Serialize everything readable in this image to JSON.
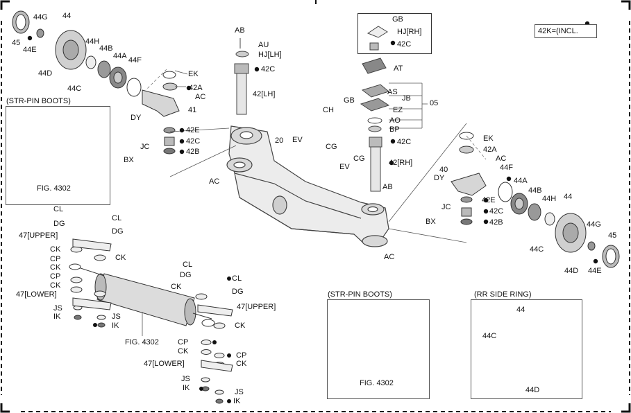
{
  "note": {
    "text": "42K=(INCL."
  },
  "boxes": {
    "left_boot": {
      "title": "(STR-PIN BOOTS)",
      "fig": "FIG. 4302"
    },
    "right_boot": {
      "title": "(STR-PIN BOOTS)",
      "fig": "FIG. 4302"
    },
    "ring": {
      "title": "(RR SIDE RING)",
      "p44": "44",
      "p44c": "44C",
      "p44d": "44D"
    }
  },
  "parts": {
    "45L": "45",
    "44GL": "44G",
    "44L": "44",
    "44EL": "44E",
    "44HL": "44H",
    "44BL": "44B",
    "44AL": "44A",
    "44FL": "44F",
    "44DL": "44D",
    "44CL": "44C",
    "EKL": "EK",
    "42AL": "42A",
    "ACL1": "AC",
    "41": "41",
    "DYL": "DY",
    "JCL": "JC",
    "BXL": "BX",
    "42EL": "42E",
    "42CL": "42C",
    "42BL": "42B",
    "ACL2": "AC",
    "AB1": "AB",
    "AU": "AU",
    "HJLH": "HJ[LH]",
    "42C_lh": "42C",
    "42LH": "42[LH]",
    "20": "20",
    "EV1": "EV",
    "CG1": "CG",
    "EV2": "EV",
    "CG2": "CG",
    "GB_top": "GB",
    "HJRH": "HJ[RH]",
    "42C_top": "42C",
    "AT": "AT",
    "AS": "AS",
    "JB": "JB",
    "GB2": "GB",
    "CH": "CH",
    "EZ": "EZ",
    "05": "05",
    "AO": "AO",
    "BP": "BP",
    "42C_rh": "42C",
    "42RH": "42[RH]",
    "AB2": "AB",
    "EKR": "EK",
    "42AR": "42A",
    "ACR1": "AC",
    "40": "40",
    "44FR": "44F",
    "DYR": "DY",
    "44AR": "44A",
    "42ER": "42E",
    "JCR": "JC",
    "44BR": "44B",
    "44HR": "44H",
    "44R": "44",
    "BXR": "BX",
    "42CR": "42C",
    "42BR": "42B",
    "44GR": "44G",
    "45R": "45",
    "44CR": "44C",
    "44DR": "44D",
    "44ER": "44E",
    "ACR2": "AC",
    "CL1": "CL",
    "CL2": "CL",
    "DG1": "DG",
    "DG2": "DG",
    "47U1": "47[UPPER]",
    "CK1": "CK",
    "CK2": "CK",
    "CP1": "CP",
    "CK3": "CK",
    "CP2": "CP",
    "CK4": "CK",
    "47L1": "47[LOWER]",
    "JS1": "JS",
    "IK1": "IK",
    "JS2": "JS",
    "IK2": "IK",
    "FIG_mid": "FIG. 4302",
    "CL3": "CL",
    "DG3": "DG",
    "CL4": "CL",
    "CK5": "CK",
    "DG4": "DG",
    "47U2": "47[UPPER]",
    "CK6": "CK",
    "CP3": "CP",
    "CK7": "CK",
    "CP4": "CP",
    "CK8": "CK",
    "47L2": "47[LOWER]",
    "JS3": "JS",
    "IK3": "IK",
    "JS4": "JS",
    "IK4": "IK"
  }
}
